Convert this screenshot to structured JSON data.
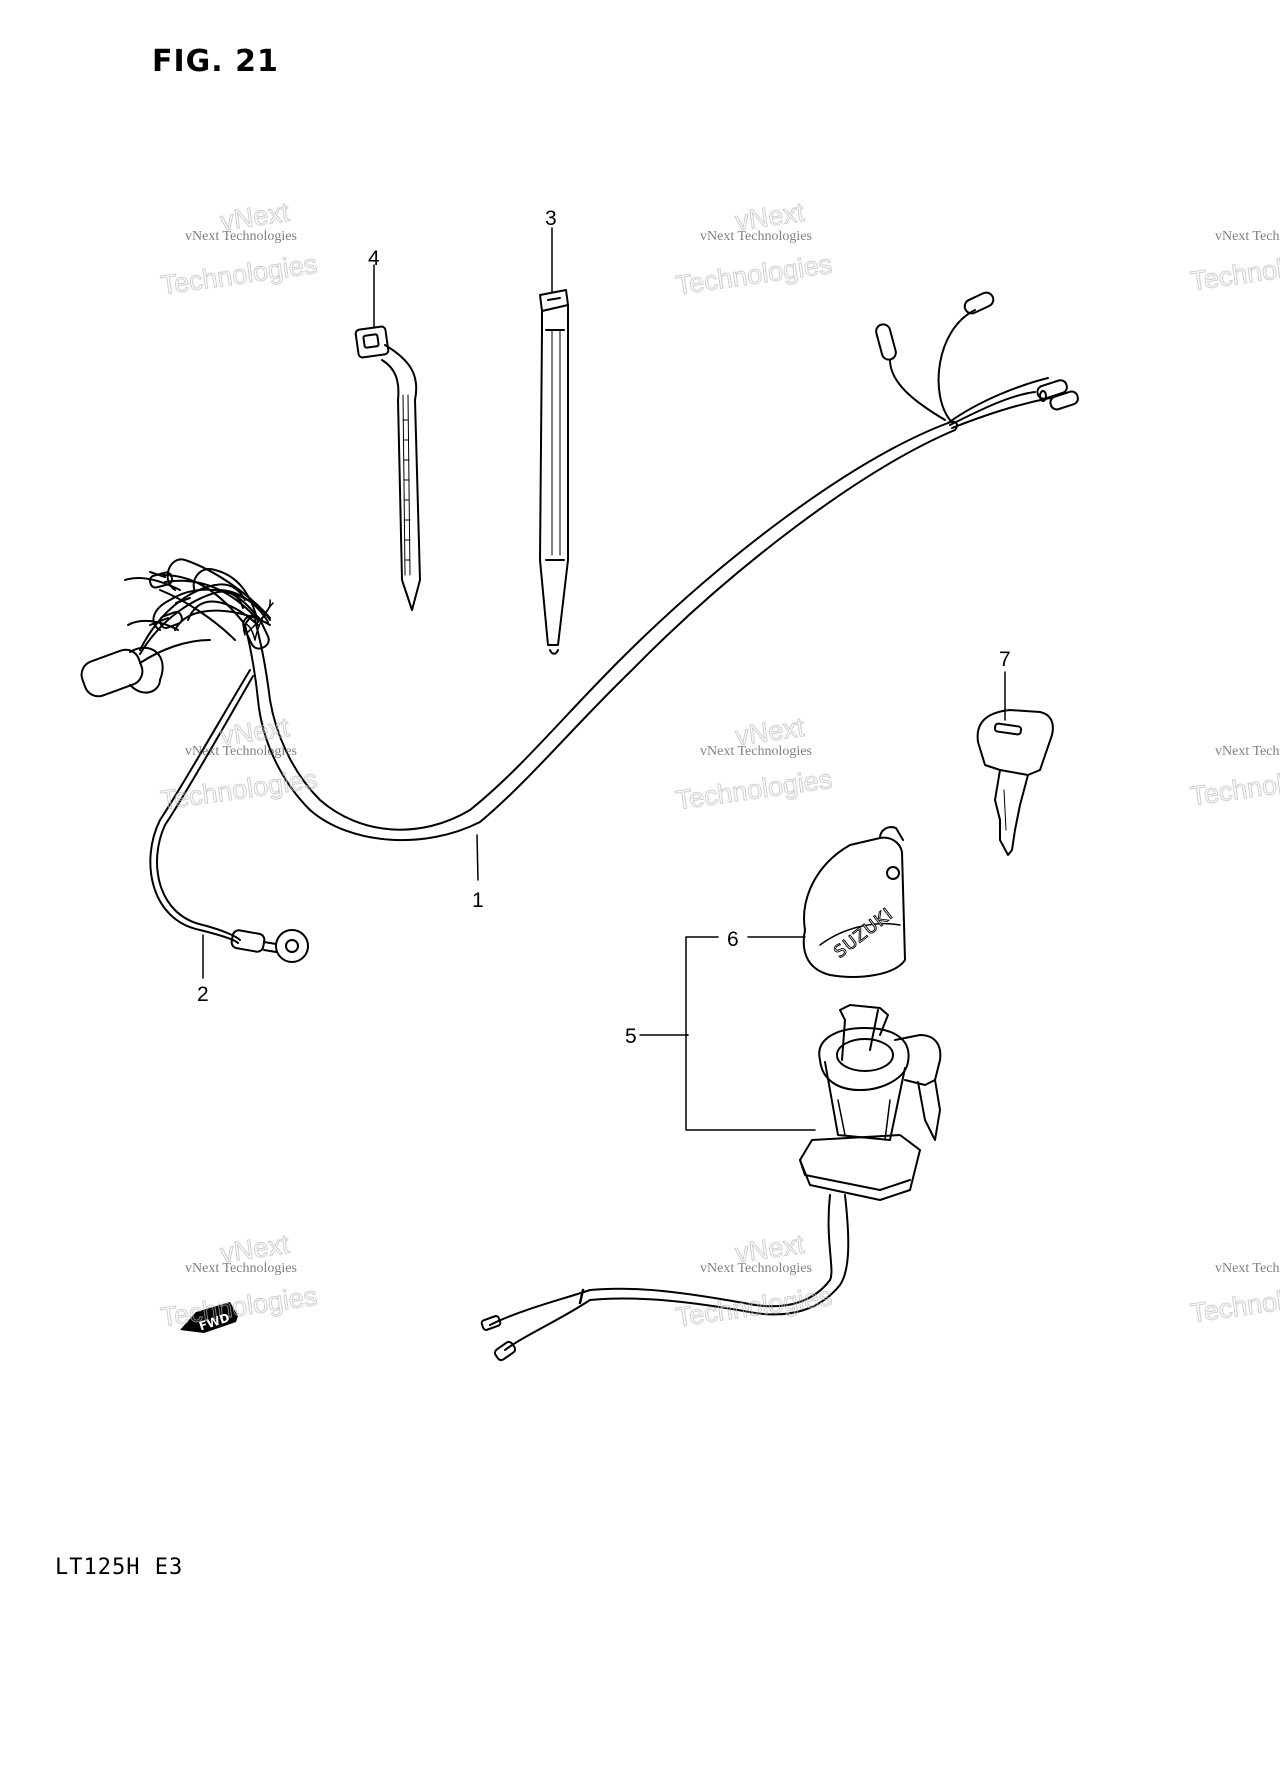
{
  "figure": {
    "title": "FIG. 21",
    "model": "LT125H  E3"
  },
  "callouts": {
    "p1": "1",
    "p2": "2",
    "p3": "3",
    "p4": "4",
    "p5": "5",
    "p6": "6",
    "p7": "7"
  },
  "watermark": {
    "line1": "vNext Technologies",
    "line2": "Technologies",
    "line3": "vNext"
  },
  "markings": {
    "fwd": "FWD",
    "brand": "SUZUKI"
  }
}
